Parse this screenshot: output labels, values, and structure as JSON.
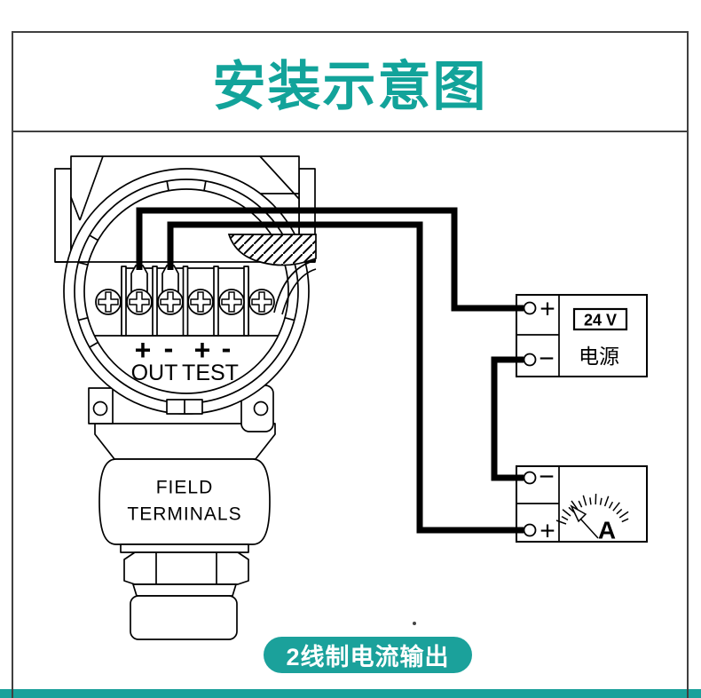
{
  "title": "安装示意图",
  "badge": "2线制电流输出",
  "colors": {
    "accent": "#12a39a",
    "badge_bg": "#1ba19b",
    "frame": "#404040",
    "wire": "#000000"
  },
  "transmitter": {
    "out_plus": "+",
    "out_minus": "-",
    "test_plus": "+",
    "test_minus": "-",
    "out": "OUT",
    "test": "TEST",
    "body_line1": "FIELD",
    "body_line2": "TERMINALS"
  },
  "power_supply": {
    "plus": "+",
    "minus": "−",
    "voltage": "24 V",
    "name": "电源"
  },
  "ammeter": {
    "minus": "−",
    "plus": "+",
    "unit": "A"
  }
}
